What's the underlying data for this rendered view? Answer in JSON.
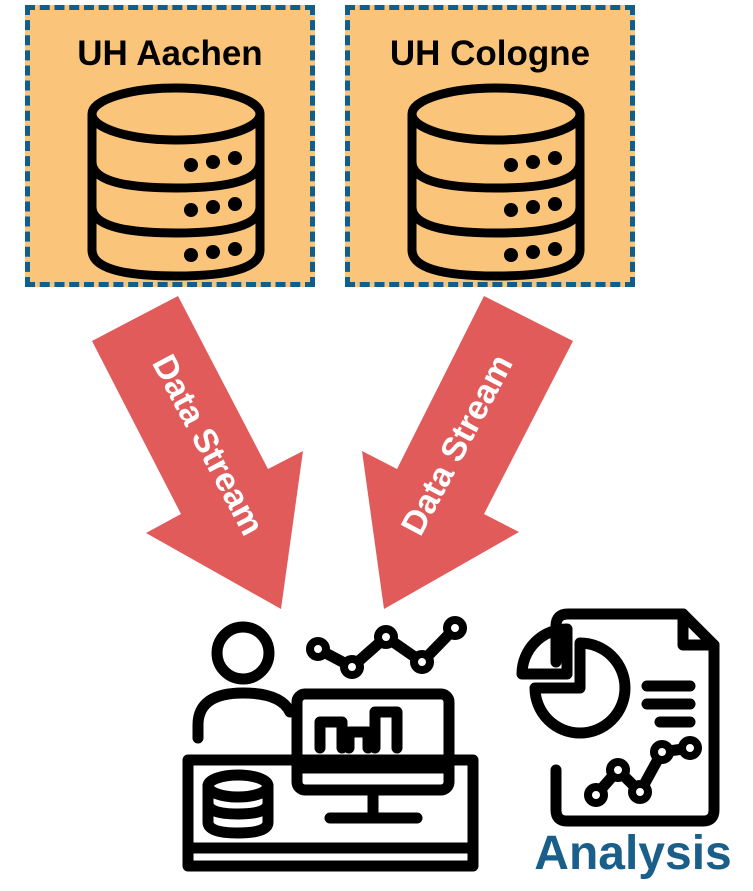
{
  "sources": [
    {
      "id": "aachen",
      "label": "UH Aachen"
    },
    {
      "id": "cologne",
      "label": "UH Cologne"
    }
  ],
  "arrows": [
    {
      "label": "Data Stream"
    },
    {
      "label": "Data Stream"
    }
  ],
  "analysis_label": "Analysis",
  "colors": {
    "box_fill": "#fac57b",
    "box_border": "#0f5e8c",
    "arrow": "#e15b5b",
    "analysis_text": "#1a5e8a",
    "icon_stroke": "#000000"
  },
  "icons": [
    "database-icon",
    "database-icon",
    "analyst-workstation-icon",
    "analysis-report-icon"
  ]
}
